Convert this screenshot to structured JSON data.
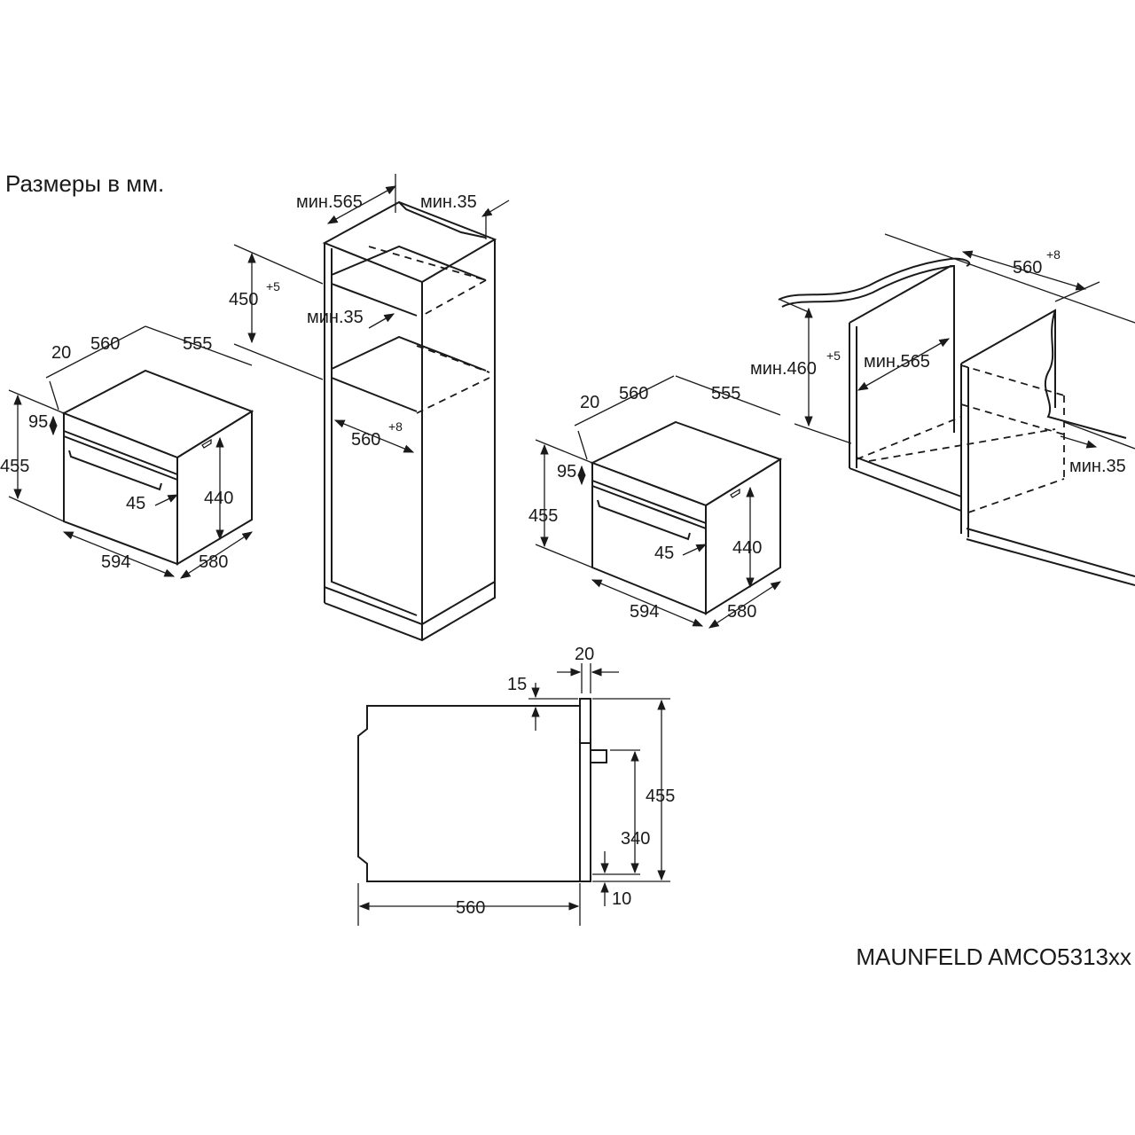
{
  "caption": "Размеры в мм.",
  "model": "MAUNFELD AMCO5313xx",
  "oven_left": {
    "d20": "20",
    "w560": "560",
    "d555": "555",
    "h95": "95",
    "h455": "455",
    "h440": "440",
    "d45": "45",
    "w594": "594",
    "d580": "580"
  },
  "tall_cabinet": {
    "min565": "мин.565",
    "min35_top": "мин.35",
    "h450": "450",
    "h450_tol": "+5",
    "min35_mid": "мин.35",
    "w560": "560",
    "w560_tol": "+8"
  },
  "oven_right": {
    "d20": "20",
    "w560": "560",
    "d555": "555",
    "h95": "95",
    "h455": "455",
    "h440": "440",
    "d45": "45",
    "w594": "594",
    "d580": "580"
  },
  "under_counter": {
    "w560": "560",
    "w560_tol": "+8",
    "min460": "мин.460",
    "min460_tol": "+5",
    "min565": "мин.565",
    "min35": "мин.35"
  },
  "side_view": {
    "d20": "20",
    "d15": "15",
    "h455": "455",
    "h340": "340",
    "d10": "10",
    "w560": "560"
  }
}
